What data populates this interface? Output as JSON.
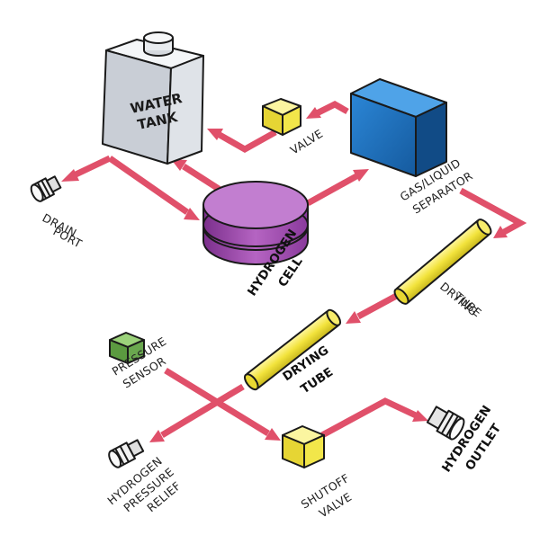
{
  "labels": {
    "water_tank_line1": "WATER",
    "water_tank_line2": "TANK",
    "valve": "VALVE",
    "separator_line1": "GAS/LIQUID",
    "separator_line2": "SEPARATOR",
    "drain_line1": "DRAIN",
    "drain_line2": "PORT",
    "cell_line1": "HYDROGEN",
    "cell_line2": "CELL",
    "drying_tube_upper_line1": "DRYING",
    "drying_tube_upper_line2": "TUBE",
    "drying_tube_lower_line1": "DRYING",
    "drying_tube_lower_line2": "TUBE",
    "pressure_sensor_line1": "PRESSURE",
    "pressure_sensor_line2": "SENSOR",
    "relief_line1": "HYDROGEN",
    "relief_line2": "PRESSURE",
    "relief_line3": "RELIEF",
    "shutoff_line1": "SHUTOFF",
    "shutoff_line2": "VALVE",
    "outlet_line1": "HYDROGEN",
    "outlet_line2": "OUTLET"
  },
  "colors": {
    "pipe": "#e0506a",
    "tank": "#dfe3e8",
    "valve_yellow": "#f2e64a",
    "separator_blue": "#1f6fbf",
    "cell_purple": "#a24fb0",
    "sensor_green": "#6aa84f",
    "fitting_gray": "#e6e6e6"
  }
}
